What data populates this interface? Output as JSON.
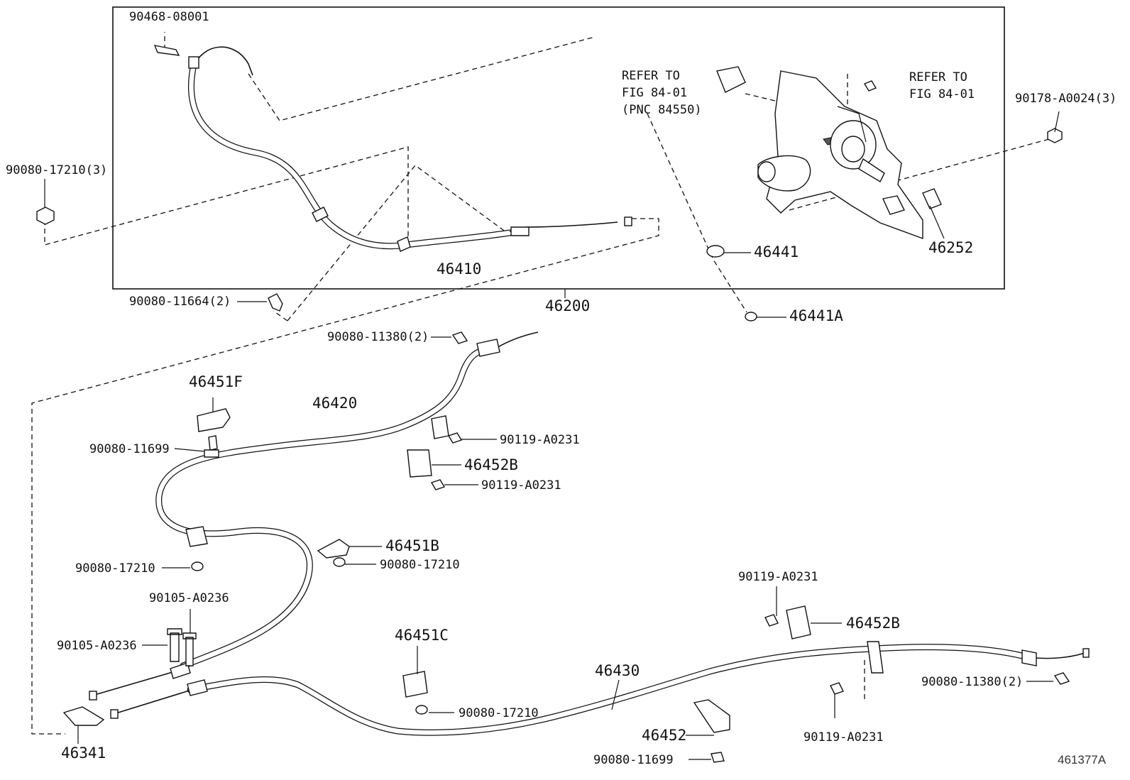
{
  "diagram_id": "461377A",
  "labels": {
    "p90468_08001": "90468-08001",
    "p90080_17210_3": "90080-17210(3)",
    "p46410": "46410",
    "p46200": "46200",
    "p90080_11664_2": "90080-11664(2)",
    "refer1_line1": "REFER TO",
    "refer1_line2": "FIG 84-01",
    "refer1_line3": "(PNC 84550)",
    "refer2_line1": "REFER TO",
    "refer2_line2": "FIG 84-01",
    "p90178_A0024_3": "90178-A0024(3)",
    "p46441": "46441",
    "p46252": "46252",
    "p46441A": "46441A",
    "p90080_11380_2_top": "90080-11380(2)",
    "p46451F": "46451F",
    "p46420": "46420",
    "p90080_11699_top": "90080-11699",
    "p90119_A0231_a": "90119-A0231",
    "p46452B_top": "46452B",
    "p90119_A0231_b": "90119-A0231",
    "p46451B": "46451B",
    "p90080_17210_a": "90080-17210",
    "p90080_17210_b": "90080-17210",
    "p90105_A0236_a": "90105-A0236",
    "p90105_A0236_b": "90105-A0236",
    "p90119_A0231_c": "90119-A0231",
    "p46452B_right": "46452B",
    "p46451C": "46451C",
    "p46430": "46430",
    "p90080_17210_c": "90080-17210",
    "p90080_11380_2_bot": "90080-11380(2)",
    "p46452": "46452",
    "p90119_A0231_d": "90119-A0231",
    "p46341": "46341",
    "p90080_11699_bot": "90080-11699"
  }
}
